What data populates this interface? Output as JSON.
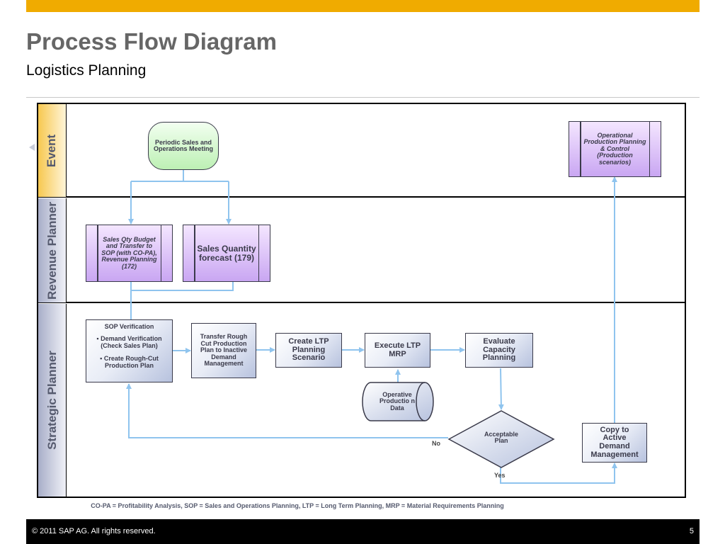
{
  "header": {
    "title": "Process Flow Diagram",
    "subtitle": "Logistics Planning"
  },
  "lanes": [
    {
      "label": "Event"
    },
    {
      "label": "Revenue Planner"
    },
    {
      "label": "Strategic Planner"
    }
  ],
  "nodes": {
    "periodic_meeting": "Periodic Sales and Operations Meeting",
    "operational_planning": "Operational Production Planning & Control (Production scenarios)",
    "sales_qty_budget": "Sales Qty Budget and Transfer to SOP (with CO-PA), Revenue Planning (172)",
    "sales_quantity_forecast": "Sales Quantity forecast (179)",
    "sop_verification": {
      "title": "SOP Verification",
      "bullets": [
        "Demand Verification (Check Sales Plan)",
        "Create Rough-Cut Production Plan"
      ]
    },
    "transfer_rough_cut": "Transfer Rough Cut Production Plan to Inactive Demand Management",
    "create_ltp": "Create LTP Planning Scenario",
    "execute_ltp": "Execute LTP MRP",
    "evaluate_capacity": "Evaluate Capacity Planning",
    "operative_data": "Operative Productio n Data",
    "acceptable_plan": "Acceptable Plan",
    "copy_active_demand": "Copy to Active Demand Management"
  },
  "edge_labels": {
    "no": "No",
    "yes": "Yes"
  },
  "footnote": "CO-PA = Profitability Analysis, SOP = Sales and Operations Planning, LTP = Long Term Planning, MRP = Material Requirements Planning",
  "footer": {
    "copyright": "© 2011 SAP AG. All rights reserved.",
    "page_number": "5"
  },
  "colors": {
    "accent_bar": "#f0ab00",
    "connector": "#8fc4ee"
  }
}
